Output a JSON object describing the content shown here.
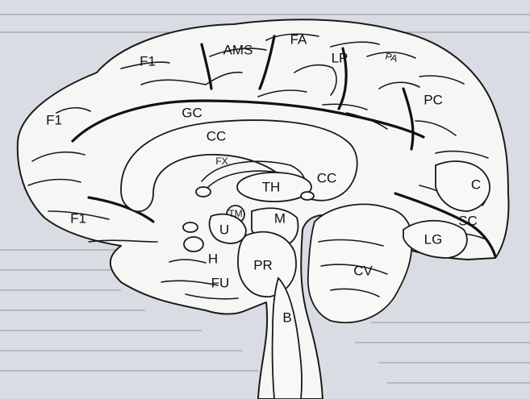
{
  "diagram": {
    "labels": {
      "F1_top": "F1",
      "AMS": "AMS",
      "FA": "FA",
      "LP": "LP",
      "PA": "PA",
      "PC": "PC",
      "F1_left": "F1",
      "GC": "GC",
      "CC_top": "CC",
      "FX": "FX",
      "TH": "TH",
      "CC_splenium": "CC",
      "C": "C",
      "F1_bottom": "F1",
      "TM": "TM",
      "M": "M",
      "SC": "SC",
      "U": "U",
      "LG": "LG",
      "H": "H",
      "PR": "PR",
      "CV": "CV",
      "FU": "FU",
      "B": "B"
    }
  }
}
